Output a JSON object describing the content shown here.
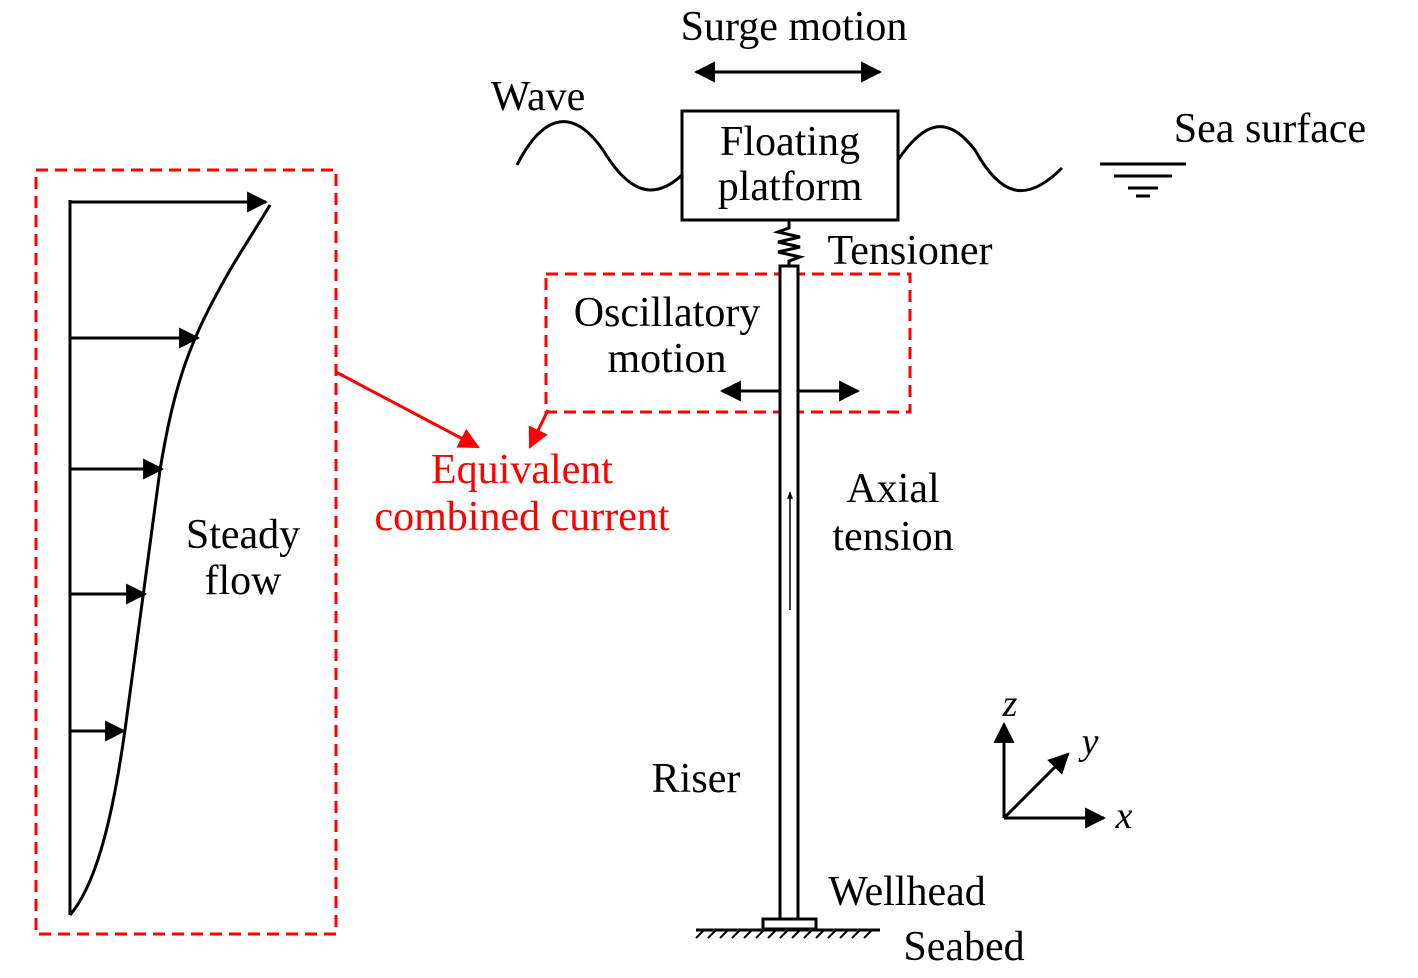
{
  "labels": {
    "surge_motion": "Surge motion",
    "wave": "Wave",
    "sea_surface": "Sea surface",
    "platform_line1": "Floating",
    "platform_line2": "platform",
    "tensioner": "Tensioner",
    "oscillatory_line1": "Oscillatory",
    "oscillatory_line2": "motion",
    "equivalent_line1": "Equivalent",
    "equivalent_line2": "combined current",
    "axial_line1": "Axial",
    "axial_line2": "tension",
    "steady_line1": "Steady",
    "steady_line2": "flow",
    "riser": "Riser",
    "wellhead": "Wellhead",
    "seabed": "Seabed",
    "axis_z": "z",
    "axis_y": "y",
    "axis_x": "x"
  },
  "colors": {
    "stroke": "#000000",
    "highlight": "#ff0000"
  }
}
